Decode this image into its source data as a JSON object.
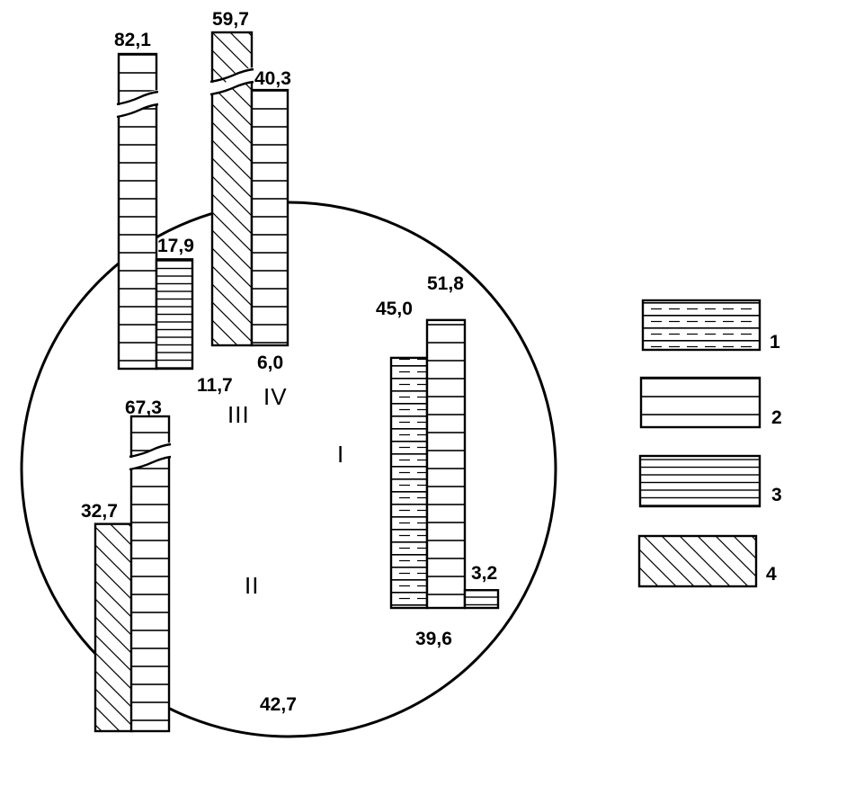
{
  "chart_data": {
    "type": "pie",
    "title": "",
    "sectors": [
      {
        "label": "I",
        "value": 39.6
      },
      {
        "label": "II",
        "value": 42.7
      },
      {
        "label": "III",
        "value": 11.7
      },
      {
        "label": "IV",
        "value": 6.0
      }
    ],
    "sector_value_labels": [
      "39,6",
      "42,7",
      "11,7",
      "6,0"
    ],
    "inset_bar_charts": [
      {
        "sector": "I",
        "bars": [
          {
            "pattern": 1,
            "value": 45.0,
            "label": "45,0"
          },
          {
            "pattern": 2,
            "value": 51.8,
            "label": "51,8"
          },
          {
            "pattern": 3,
            "value": 3.2,
            "label": "3,2"
          }
        ]
      },
      {
        "sector": "II",
        "bars": [
          {
            "pattern": 4,
            "value": 32.7,
            "label": "32,7"
          },
          {
            "pattern": 2,
            "value": 67.3,
            "label": "67,3",
            "broken": true
          }
        ]
      },
      {
        "sector": "III",
        "bars": [
          {
            "pattern": 2,
            "value": 82.1,
            "label": "82,1",
            "broken": true
          },
          {
            "pattern": 3,
            "value": 17.9,
            "label": "17,9"
          }
        ]
      },
      {
        "sector": "IV",
        "bars": [
          {
            "pattern": 4,
            "value": 59.7,
            "label": "59,7",
            "broken": true
          },
          {
            "pattern": 2,
            "value": 40.3,
            "label": "40,3"
          }
        ]
      }
    ],
    "legend": {
      "placement": "right",
      "entries": [
        {
          "pattern": 1,
          "label": "1"
        },
        {
          "pattern": 2,
          "label": "2"
        },
        {
          "pattern": 3,
          "label": "3"
        },
        {
          "pattern": 4,
          "label": "4"
        }
      ]
    }
  }
}
